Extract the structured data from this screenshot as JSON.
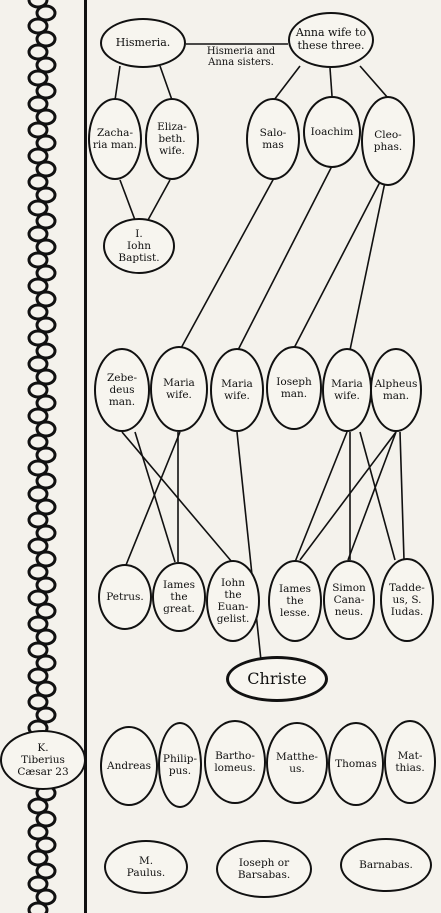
{
  "nodes": {
    "hismeria": "Hismeria.",
    "anna": "Anna wife to\nthese three.",
    "zacharias": "Zacha-\nria man.",
    "elizabeth": "Eliza-\nbeth.\nwife.",
    "salomas": "Salo-\nmas",
    "ioachim": "Ioachim",
    "cleophas": "Cleo-\nphas.",
    "iohn_baptist": "I.\nIohn\nBaptist.",
    "zebedeus": "Zebe-\ndeus\nman.",
    "maria_zeb": "Maria\nwife.",
    "maria_virgin": "Maria\nwife.",
    "ioseph": "Ioseph\nman.",
    "maria_alph": "Maria\nwife.",
    "alpheus": "Alpheus\nman.",
    "petrus": "Petrus.",
    "james_great": "Iames\nthe\ngreat.",
    "iohn_evang": "Iohn\nthe\nEuan-\ngelist.",
    "james_lesse": "Iames\nthe\nlesse.",
    "simon": "Simon\nCana-\nneus.",
    "taddeus": "Tadde-\nus, S.\nIudas.",
    "christe": "Christe",
    "andreas": "Andreas",
    "philippus": "Philip-\npus.",
    "bartholomeus": "Bartho-\nlomeus.",
    "mattheus": "Matthe-\nus.",
    "thomas": "Thomas",
    "matthias": "Mat-\nthias.",
    "paulus": "M.\nPaulus.",
    "ioseph_barsabas": "Ioseph or\nBarsabas.",
    "barnabas": "Barnabas."
  },
  "labels": {
    "sisters": "Hismeria and\nAnna sisters."
  },
  "emperor": "K.\nTiberius\nCæsar 23"
}
